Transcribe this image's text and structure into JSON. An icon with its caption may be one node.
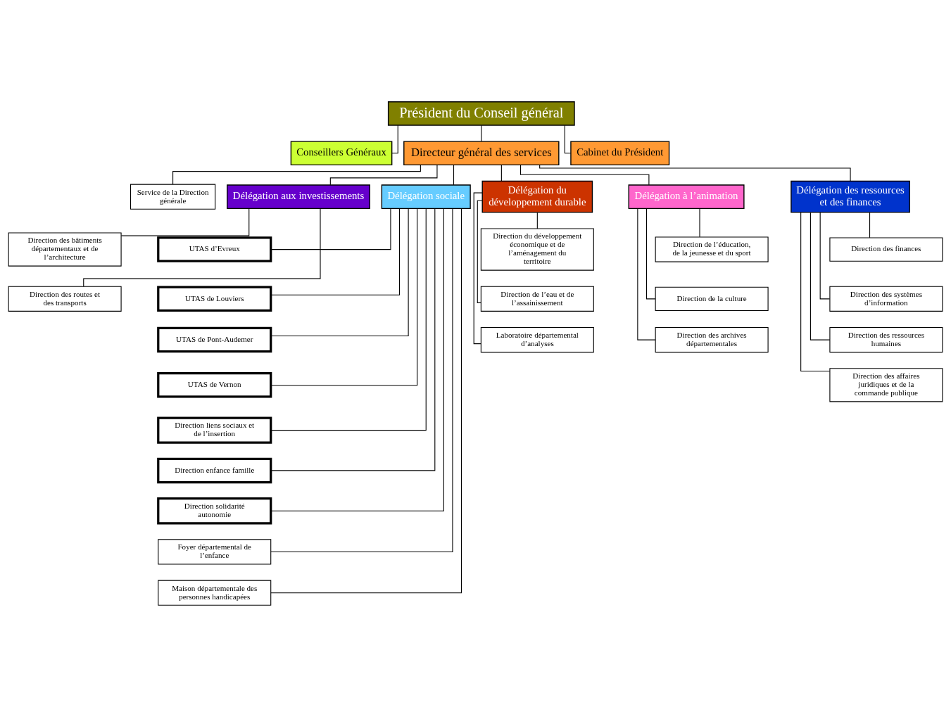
{
  "diagram": {
    "nodes": [
      {
        "text": [
          "Président du Conseil général"
        ]
      },
      {
        "text": [
          "Conseillers Généraux"
        ]
      },
      {
        "text": [
          "Directeur général des services"
        ]
      },
      {
        "text": [
          "Cabinet du Président"
        ]
      },
      {
        "text": [
          "Service de la Direction générale"
        ]
      },
      {
        "text": [
          "Délégation aux investissements"
        ]
      },
      {
        "text": [
          "Délégation sociale"
        ]
      },
      {
        "text": [
          "Délégation du développement durable"
        ]
      },
      {
        "text": [
          "Délégation à l’animation"
        ]
      },
      {
        "text": [
          "Délégation des ressources et des finances"
        ]
      },
      {
        "text": [
          "Direction des bâtiments départementaux et de l’architecture"
        ]
      },
      {
        "text": [
          "Direction des routes et des transports"
        ]
      },
      {
        "text": [
          "UTAS d’Evreux"
        ]
      },
      {
        "text": [
          "UTAS de Louviers"
        ]
      },
      {
        "text": [
          "UTAS de Pont-Audemer"
        ]
      },
      {
        "text": [
          "UTAS de Vernon"
        ]
      },
      {
        "text": [
          "Direction liens sociaux et de l’insertion"
        ]
      },
      {
        "text": [
          "Direction enfance famille"
        ]
      },
      {
        "text": [
          "Direction solidarité autonomie"
        ]
      },
      {
        "text": [
          "Foyer départemental de l’enfance"
        ]
      },
      {
        "text": [
          "Maison départementale des personnes handicapées"
        ]
      },
      {
        "text": [
          "Direction du développement économique et de l’aménagement du territoire"
        ]
      },
      {
        "text": [
          "Direction de l’eau et de l’assainissement"
        ]
      },
      {
        "text": [
          "Laboratoire départemental d’analyses"
        ]
      },
      {
        "text": [
          "Direction de l’éducation, de la jeunesse et du sport"
        ]
      },
      {
        "text": [
          "Direction de la culture"
        ]
      },
      {
        "text": [
          "Direction des archives départementales"
        ]
      },
      {
        "text": [
          "Direction des finances"
        ]
      },
      {
        "text": [
          "Direction des systèmes d’information"
        ]
      },
      {
        "text": [
          "Direction des ressources humaines"
        ]
      },
      {
        "text": [
          "Direction des affaires juridiques et de la commande publique"
        ]
      }
    ],
    "edges": [
      {
        "from": 0,
        "to": 1,
        "arrow": "none"
      },
      {
        "from": 0,
        "to": 2,
        "arrow": "none"
      },
      {
        "from": 0,
        "to": 3,
        "arrow": "none"
      },
      {
        "from": 2,
        "to": 4,
        "arrow": "none"
      },
      {
        "from": 2,
        "to": 5,
        "arrow": "none"
      },
      {
        "from": 2,
        "to": 6,
        "arrow": "none"
      },
      {
        "from": 2,
        "to": 7,
        "arrow": "none"
      },
      {
        "from": 2,
        "to": 8,
        "arrow": "none"
      },
      {
        "from": 2,
        "to": 9,
        "arrow": "none"
      },
      {
        "from": 5,
        "to": 10,
        "arrow": "none"
      },
      {
        "from": 5,
        "to": 11,
        "arrow": "none"
      },
      {
        "from": 6,
        "to": 12,
        "arrow": "none"
      },
      {
        "from": 6,
        "to": 13,
        "arrow": "none"
      },
      {
        "from": 6,
        "to": 14,
        "arrow": "none"
      },
      {
        "from": 6,
        "to": 15,
        "arrow": "none"
      },
      {
        "from": 6,
        "to": 16,
        "arrow": "none"
      },
      {
        "from": 6,
        "to": 17,
        "arrow": "none"
      },
      {
        "from": 6,
        "to": 18,
        "arrow": "none"
      },
      {
        "from": 6,
        "to": 19,
        "arrow": "none"
      },
      {
        "from": 6,
        "to": 20,
        "arrow": "none"
      },
      {
        "from": 7,
        "to": 21,
        "arrow": "none"
      },
      {
        "from": 7,
        "to": 22,
        "arrow": "none"
      },
      {
        "from": 7,
        "to": 23,
        "arrow": "none"
      },
      {
        "from": 8,
        "to": 24,
        "arrow": "none"
      },
      {
        "from": 8,
        "to": 25,
        "arrow": "none"
      },
      {
        "from": 8,
        "to": 26,
        "arrow": "none"
      },
      {
        "from": 9,
        "to": 27,
        "arrow": "none"
      },
      {
        "from": 9,
        "to": 28,
        "arrow": "none"
      },
      {
        "from": 9,
        "to": 29,
        "arrow": "none"
      },
      {
        "from": 9,
        "to": 30,
        "arrow": "none"
      }
    ]
  }
}
